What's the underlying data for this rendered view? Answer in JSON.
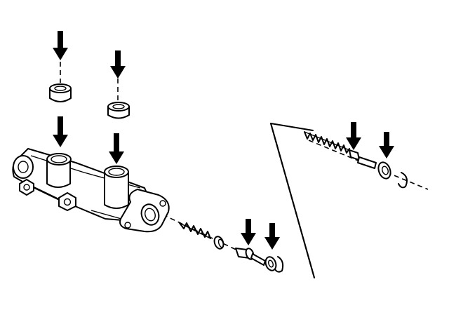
{
  "figure": {
    "kind": "exploded-assembly-diagram",
    "ink_color": "#000000",
    "background_color": "#ffffff"
  },
  "arrows": [
    {
      "id": "arrow-grommet-1"
    },
    {
      "id": "arrow-reservoir-port-1"
    },
    {
      "id": "arrow-grommet-2"
    },
    {
      "id": "arrow-reservoir-port-2"
    },
    {
      "id": "arrow-secondary-piston-seal-1"
    },
    {
      "id": "arrow-secondary-piston-seal-2"
    },
    {
      "id": "arrow-primary-piston-seal-1"
    },
    {
      "id": "arrow-primary-piston-seal-2"
    }
  ]
}
